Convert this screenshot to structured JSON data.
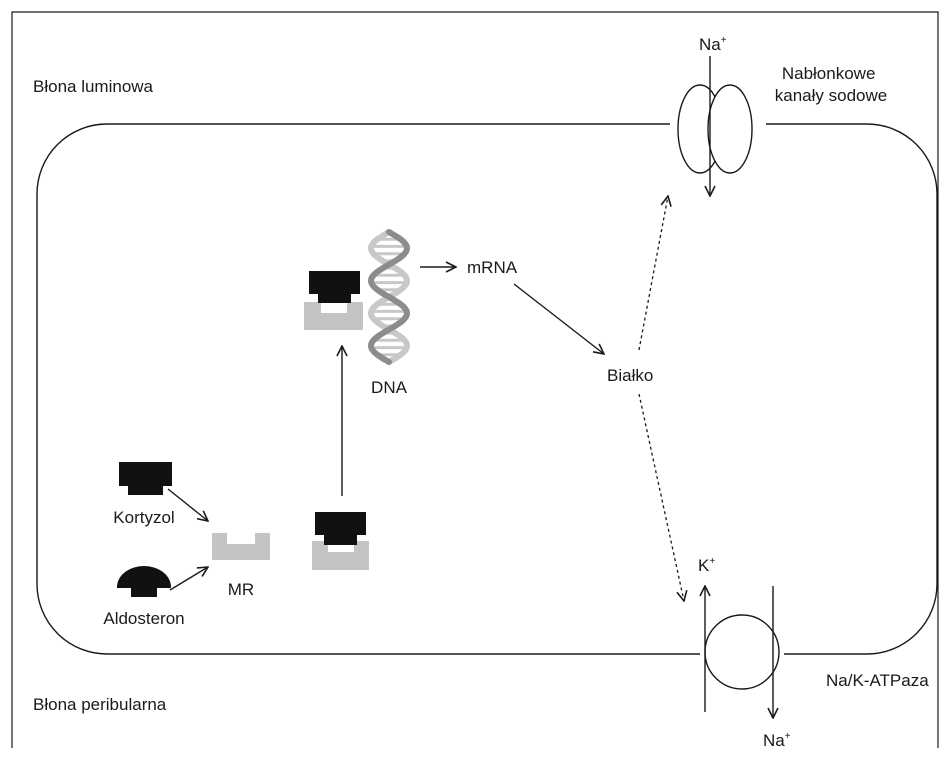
{
  "labels": {
    "membrane_luminal": "Błona luminowa",
    "membrane_peribasal": "Błona peribularna",
    "enac_line1": "Nabłonkowe",
    "enac_line2": "kanały sodowe",
    "na_top": "Na",
    "na_top_sup": "+",
    "k": "K",
    "k_sup": "+",
    "na_bottom": "Na",
    "na_bottom_sup": "+",
    "atpase": "Na/K-ATPaza",
    "mrna": "mRNA",
    "protein": "Białko",
    "dna": "DNA",
    "cortisol": "Kortyzol",
    "aldosterone": "Aldosteron",
    "receptor": "MR"
  },
  "colors": {
    "line": "#1a1a1a",
    "hormone": "#111111",
    "receptor": "#c4c4c4",
    "dna_dark": "#8c8c8c",
    "dna_light": "#c8c8c8"
  }
}
